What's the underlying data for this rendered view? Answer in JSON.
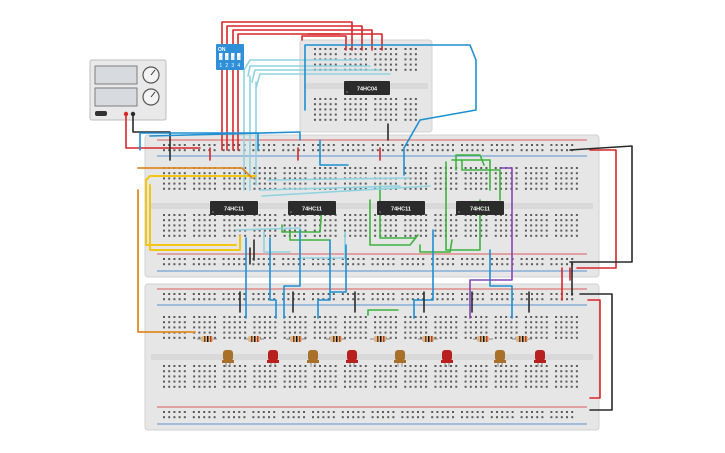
{
  "canvas": {
    "background": "#ffffff"
  },
  "colors": {
    "breadboard": "#e6e6e6",
    "breadboard_edge": "#d2d2d2",
    "hole": "#5c5c5c",
    "rail_red": "#d6312b",
    "rail_blue": "#2b74c7",
    "chip_body": "#2b2b2b",
    "chip_label": "#ffffff",
    "dip_switch": "#2f8fd8",
    "wire_red": "#d8262a",
    "wire_black": "#2a2a2a",
    "wire_blue": "#1e8fd0",
    "wire_lightblue": "#8fd3e0",
    "wire_green": "#3db33d",
    "wire_yellow": "#f2c612",
    "wire_orange": "#e08a25",
    "wire_purple": "#8447b5",
    "led_orange": "#a9702a",
    "led_red": "#b81f1f",
    "resistor": "#d9b98c"
  },
  "power_supply": {
    "name": "power-supply"
  },
  "dip_switch": {
    "on_label": "ON",
    "positions": [
      "1",
      "2",
      "3",
      "4"
    ]
  },
  "chips": [
    {
      "id": "74hc04",
      "label": "74HC04"
    },
    {
      "id": "74hc11-a",
      "label": "74HC11"
    },
    {
      "id": "74hc11-b",
      "label": "74HC11"
    },
    {
      "id": "74hc11-c",
      "label": "74HC11"
    },
    {
      "id": "74hc11-d",
      "label": "74HC11"
    }
  ],
  "leds": [
    {
      "color": "orange"
    },
    {
      "color": "red"
    },
    {
      "color": "orange"
    },
    {
      "color": "red"
    },
    {
      "color": "orange"
    },
    {
      "color": "red"
    },
    {
      "color": "orange"
    },
    {
      "color": "red"
    }
  ]
}
